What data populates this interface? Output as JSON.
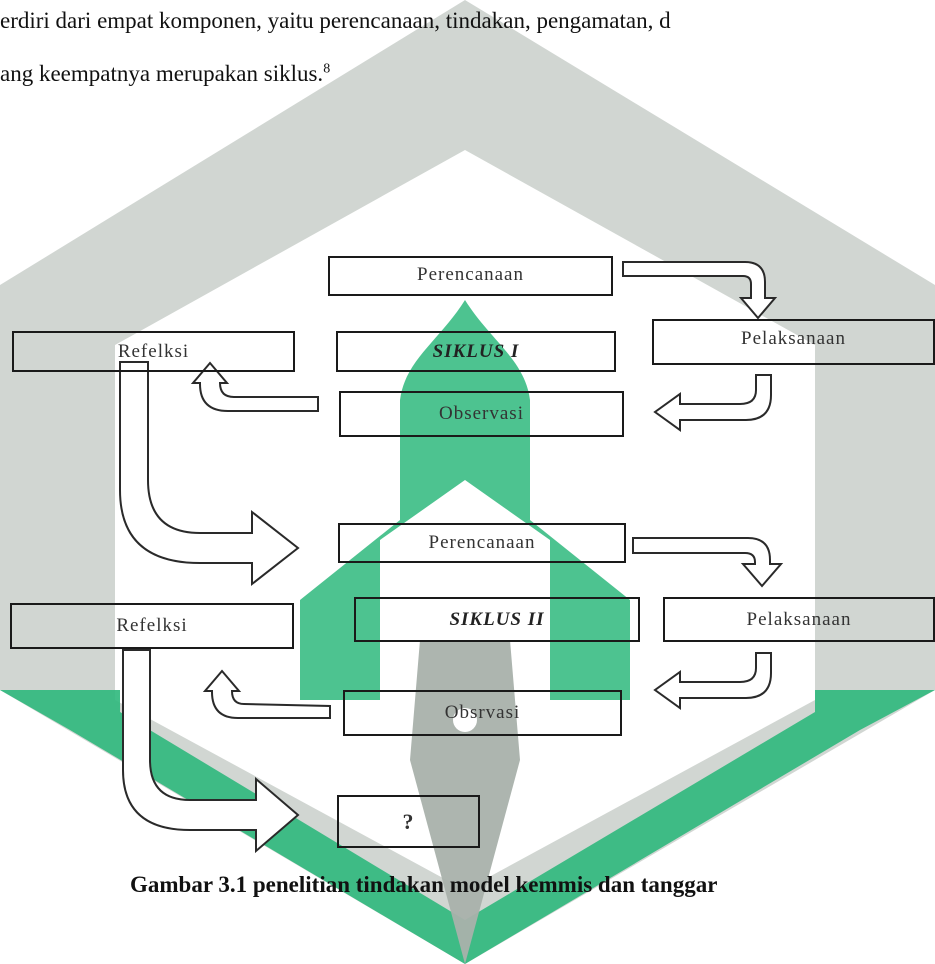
{
  "paragraph": {
    "line1": "erdiri dari empat komponen, yaitu perencanaan, tindakan, pengamatan, d",
    "line2": "ang keempatnya merupakan siklus.",
    "footnote": "8"
  },
  "cycle1": {
    "planning": "Perencanaan",
    "label": "SIKLUS I",
    "action": "Pelaksanaan",
    "observation": "Observasi",
    "reflection": "Refelksi"
  },
  "cycle2": {
    "planning": "Perencanaan",
    "label": "SIKLUS II",
    "action": "Pelaksanaan",
    "observation": "Obsrvasi",
    "reflection": "Refelksi"
  },
  "next_step": "?",
  "caption": "Gambar 3.1 penelitian tindakan model kemmis dan tanggar",
  "watermark": {
    "green": "#2eb87c",
    "gray": "#c7cdc8"
  }
}
